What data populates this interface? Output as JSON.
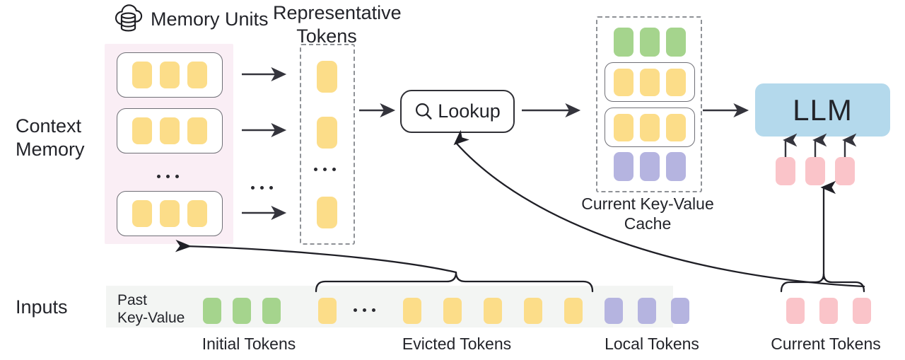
{
  "diagram": {
    "title_icons": {
      "memory_icon": "cloud-database-icon",
      "lookup_icon": "magnifier-icon"
    },
    "row_labels": {
      "context_memory": "Context\nMemory",
      "inputs": "Inputs"
    },
    "headers": {
      "memory_units": "Memory Units",
      "representative_tokens": "Representative\nTokens",
      "current_kv_cache": "Current Key-Value\nCache"
    },
    "nodes": {
      "lookup": "Lookup",
      "llm": "LLM"
    },
    "inputs": {
      "past_key_value": "Past\nKey-Value"
    },
    "bottom_labels": [
      "Initial Tokens",
      "Evicted Tokens",
      "Local Tokens",
      "Current Tokens"
    ],
    "ellipsis": "...",
    "colors": {
      "token_yellow": "#fcdd89",
      "token_green": "#a5d48d",
      "token_purple": "#b5b4e0",
      "token_pink": "#fac4c9",
      "context_memory_bg": "#faeef5",
      "inputs_strip_bg": "#f3f5f3",
      "llm_bg": "#b4d9ec",
      "stroke_dark": "#303036",
      "stroke_dashed": "#8e9196",
      "unit_border": "#6f6f76"
    },
    "counts": {
      "memory_units_shown": 3,
      "tokens_per_memory_unit": 3,
      "representative_tokens_shown": 3,
      "kv_cache_rows": 4,
      "input_initial_tokens": 3,
      "input_evicted_tokens_shown": 6,
      "input_local_tokens": 3,
      "current_tokens": 3,
      "llm_input_tokens": 3
    }
  }
}
